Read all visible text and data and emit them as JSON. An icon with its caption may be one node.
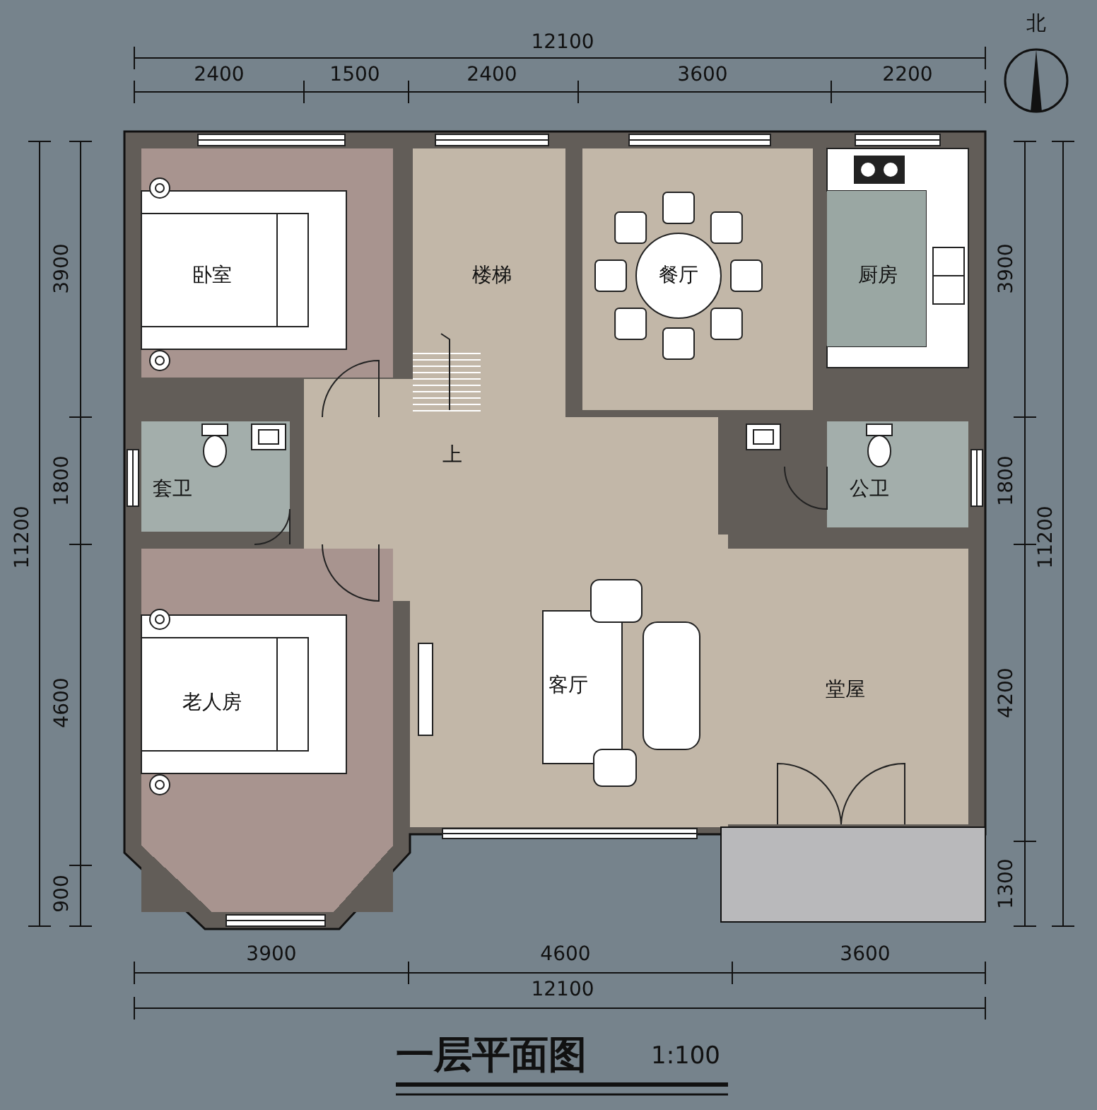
{
  "diagram": {
    "title": "一层平面图",
    "nodes": [
      {
        "text": [
          "卧室"
        ]
      },
      {
        "text": [
          "楼梯"
        ]
      },
      {
        "text": [
          "餐厅"
        ]
      },
      {
        "text": [
          "厨房"
        ]
      },
      {
        "text": [
          "套卫"
        ]
      },
      {
        "text": [
          "公卫"
        ]
      },
      {
        "text": [
          "客厅"
        ]
      },
      {
        "text": [
          "老人房"
        ]
      },
      {
        "text": [
          "堂屋"
        ]
      }
    ],
    "labels": [
      "12100",
      "2400",
      "1500",
      "2400",
      "3600",
      "2200",
      "北",
      "3900",
      "1800",
      "11200",
      "4600",
      "900",
      "3900",
      "1800",
      "11200",
      "4200",
      "1300",
      "上",
      "3900",
      "4600",
      "3600",
      "12100",
      "1:100"
    ]
  }
}
